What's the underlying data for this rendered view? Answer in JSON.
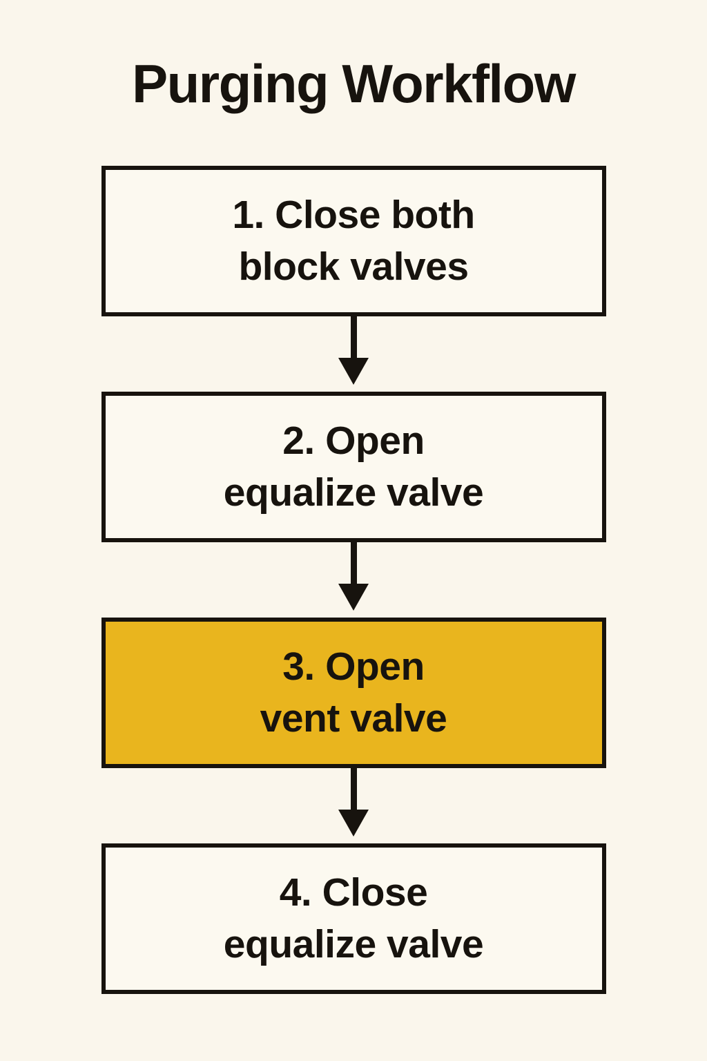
{
  "title": "Purging Workflow",
  "colors": {
    "page_bg": "#faf6ec",
    "box_fill": "#fcf9f0",
    "highlight_fill": "#e9b51e",
    "ink": "#17130e"
  },
  "steps": [
    {
      "line1": "1. Close both",
      "line2": "block valves",
      "highlighted": false
    },
    {
      "line1": "2. Open",
      "line2": "equalize valve",
      "highlighted": false
    },
    {
      "line1": "3. Open",
      "line2": "vent valve",
      "highlighted": true
    },
    {
      "line1": "4. Close",
      "line2": "equalize valve",
      "highlighted": false
    }
  ]
}
